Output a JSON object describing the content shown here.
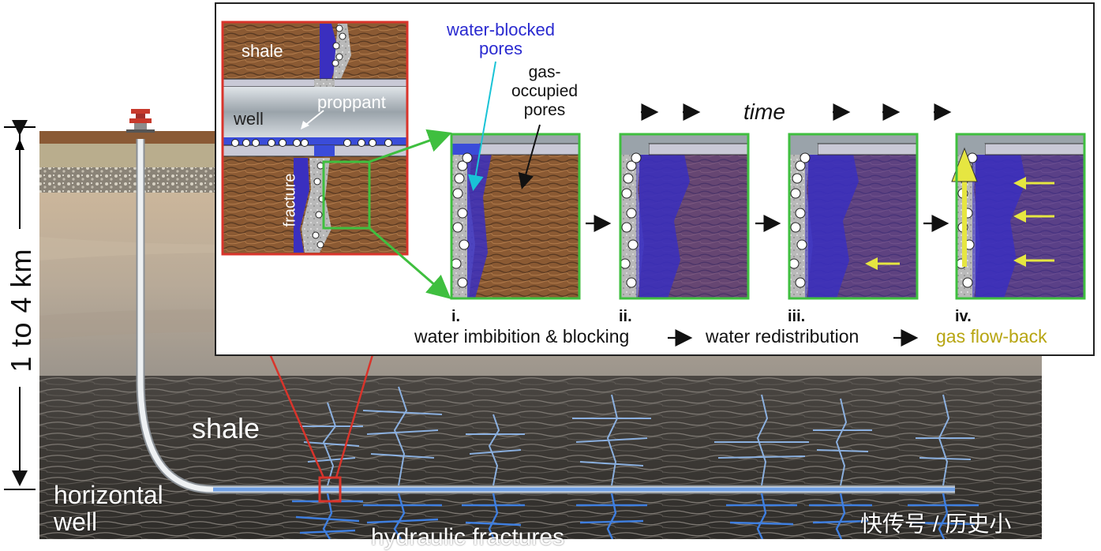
{
  "depth_label": "1 to 4 km",
  "ground_labels": {
    "shale": "shale",
    "horizontal_well": "horizontal\nwell",
    "hydraulic_fractures": "hydraulic fractures"
  },
  "inset": {
    "shale": "shale",
    "well": "well",
    "proppant": "proppant",
    "fracture": "fracture"
  },
  "annotations": {
    "water_blocked": "water-blocked\npores",
    "gas_occupied": "gas-\noccupied\npores",
    "time": "time"
  },
  "stages": [
    {
      "numeral": "i."
    },
    {
      "numeral": "ii."
    },
    {
      "numeral": "iii."
    },
    {
      "numeral": "iv."
    }
  ],
  "process": {
    "step1": "water imbibition & blocking",
    "step2": "water redistribution",
    "step3": "gas flow-back"
  },
  "watermark": "快传号 / 历史小",
  "colors": {
    "water": "#3a2fbf",
    "green_frame": "#3fbf3f",
    "red_frame": "#d9342b",
    "gas_arrow": "#e6e641",
    "cyan_pointer": "#19c3d6",
    "fracture_blue": "#6fa8e8"
  }
}
